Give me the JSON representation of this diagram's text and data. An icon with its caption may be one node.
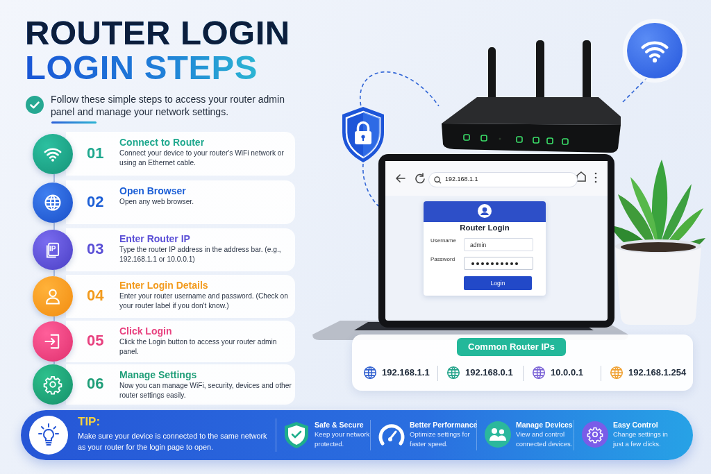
{
  "diagram": {
    "title": "ROUTER LOGIN LOGIN STEPS",
    "nodes": [
      {
        "text": [
          "01",
          "Connect to Router",
          "Connect your device to your router's WiFi network or using an Ethernet cable."
        ]
      },
      {
        "text": [
          "02",
          "Open Browser",
          "Open any web browser."
        ]
      },
      {
        "text": [
          "03",
          "Enter Router IP",
          "Type the router IP address in the address bar. (e.g., 192.168.1.1 or 10.0.0.1)"
        ]
      },
      {
        "text": [
          "04",
          "Enter Login Details",
          "Enter your router username and password. (Check on your router label if you don't know.)"
        ]
      },
      {
        "text": [
          "05",
          "Click Login",
          "Click the Login button to access your router admin panel."
        ]
      },
      {
        "text": [
          "06",
          "Manage Settings",
          "Now you can manage WiFi, security, devices and other router settings easily."
        ]
      },
      {
        "text": [],
        "shape": "picture"
      },
      {
        "text": [],
        "shape": "picture"
      },
      {
        "text": [],
        "shape": "circle"
      },
      {
        "text": [],
        "shape": "picture"
      },
      {
        "text": [
          "Common Router IPs",
          "192.168.1.1",
          "192.168.0.1",
          "10.0.0.1",
          "192.168.1.254"
        ]
      },
      {
        "text": [
          "TIP:",
          "Make sure your device is connected to the same network as your router for the login page to open.",
          "Safe & Secure",
          "Keep your network protected.",
          "Better Performance",
          "Optimize settings for faster speed.",
          "Manage Devices",
          "View and control connected devices.",
          "Easy Control",
          "Change settings in just a few clicks."
        ]
      }
    ],
    "edges": [
      {
        "from": 0,
        "to": 1,
        "arrow": "none"
      },
      {
        "from": 1,
        "to": 2,
        "arrow": "none"
      },
      {
        "from": 2,
        "to": 3,
        "arrow": "none"
      },
      {
        "from": 3,
        "to": 4,
        "arrow": "none"
      },
      {
        "from": 4,
        "to": 5,
        "arrow": "none"
      },
      {
        "from": 6,
        "to": 7,
        "arrow": "none",
        "style": "dashed",
        "color": "#2f64d6"
      },
      {
        "from": 6,
        "to": 9,
        "arrow": "none",
        "style": "dashed",
        "color": "#2f64d6"
      },
      {
        "from": 7,
        "to": 8,
        "arrow": "none",
        "style": "dashed",
        "color": "#2f64d6"
      }
    ],
    "labels": [
      "Follow these simple steps to access your router admin panel and manage your network settings.",
      "IP",
      "192.168.1.1",
      "Router Login",
      "Username",
      "admin",
      "Password",
      "Login"
    ]
  }
}
